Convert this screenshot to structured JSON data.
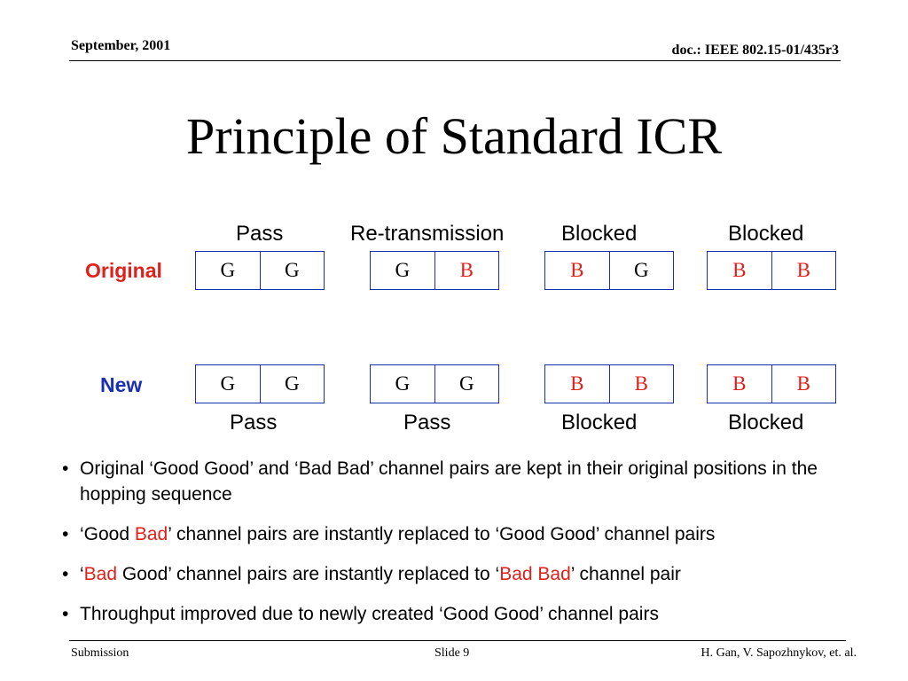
{
  "header": {
    "date": "September, 2001",
    "doc_id": "doc.: IEEE 802.15-01/435r3"
  },
  "title": "Principle of Standard ICR",
  "diagram": {
    "row_labels": {
      "original": "Original",
      "new": "New"
    },
    "row_label_colors": {
      "original": "#e0201a",
      "new": "#1c2fb3"
    },
    "top_labels": [
      "Pass",
      "Re-transmission",
      "Blocked",
      "Blocked"
    ],
    "bottom_labels": [
      "Pass",
      "Pass",
      "Blocked",
      "Blocked"
    ],
    "original_pairs": [
      {
        "a": "G",
        "b": "G"
      },
      {
        "a": "G",
        "b": "B"
      },
      {
        "a": "B",
        "b": "G"
      },
      {
        "a": "B",
        "b": "B"
      }
    ],
    "new_pairs": [
      {
        "a": "G",
        "b": "G"
      },
      {
        "a": "G",
        "b": "G"
      },
      {
        "a": "B",
        "b": "B"
      },
      {
        "a": "B",
        "b": "B"
      }
    ],
    "colors": {
      "good": "#000000",
      "bad": "#e0201a",
      "border": "#1c2fb3"
    }
  },
  "bullets": [
    {
      "parts": [
        {
          "text": "Original ‘Good Good’ and ‘Bad Bad’ channel pairs are kept in their original positions in the hopping sequence",
          "red": false
        }
      ]
    },
    {
      "parts": [
        {
          "text": "‘Good ",
          "red": false
        },
        {
          "text": "Bad",
          "red": true
        },
        {
          "text": "’ channel pairs are instantly replaced to ‘Good Good’ channel pairs",
          "red": false
        }
      ]
    },
    {
      "parts": [
        {
          "text": "‘",
          "red": false
        },
        {
          "text": "Bad",
          "red": true
        },
        {
          "text": " Good’ channel pairs are instantly replaced to ‘",
          "red": false
        },
        {
          "text": "Bad Bad",
          "red": true
        },
        {
          "text": "’ channel pair",
          "red": false
        }
      ]
    },
    {
      "parts": [
        {
          "text": "Throughput improved due to newly created ‘Good Good’ channel pairs",
          "red": false
        }
      ]
    }
  ],
  "footer": {
    "left": "Submission",
    "center": "Slide 9",
    "right": "H. Gan, V. Sapozhnykov, et. al."
  }
}
